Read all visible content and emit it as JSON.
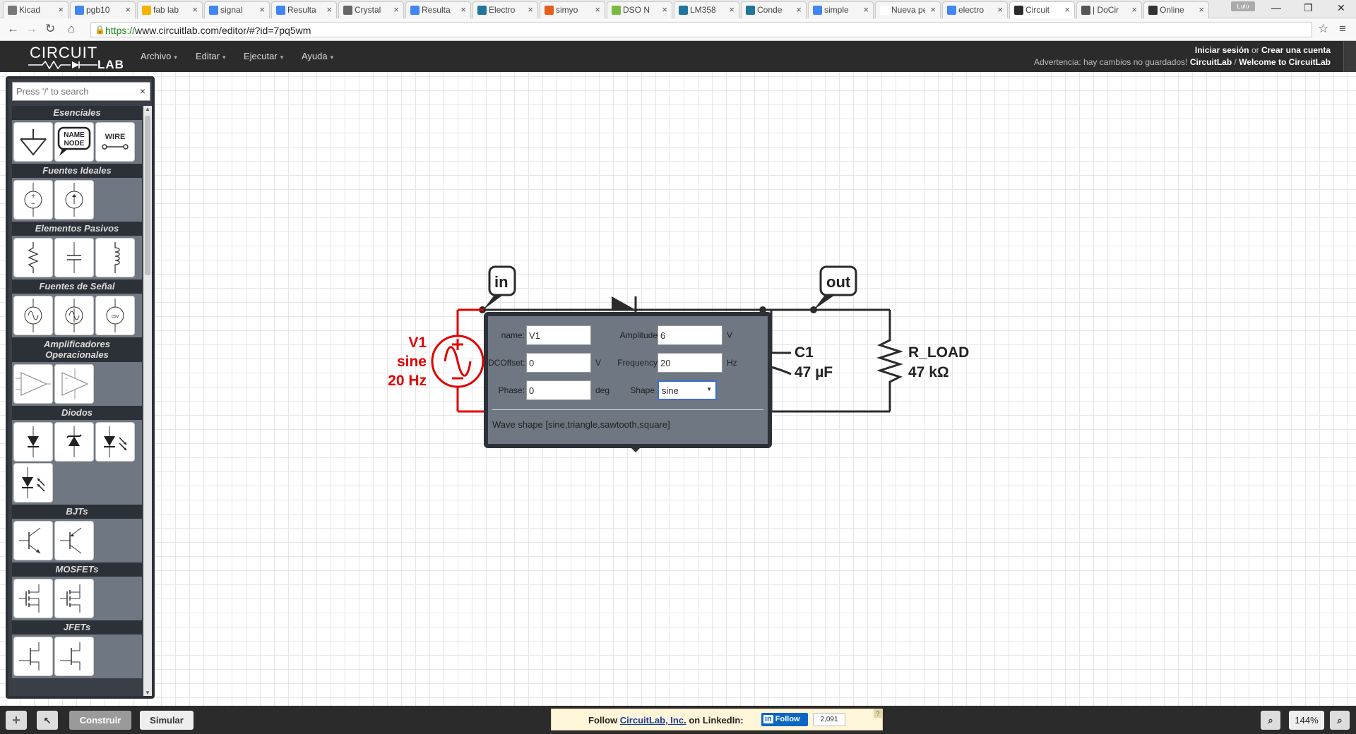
{
  "browser": {
    "tabs": [
      {
        "title": "Kicad",
        "icon": "doc-icon",
        "color": "#777"
      },
      {
        "title": "pgb10",
        "icon": "google-icon",
        "color": "#4285f4"
      },
      {
        "title": "fab lab",
        "icon": "drive-icon",
        "color": "#f4b400"
      },
      {
        "title": "signal",
        "icon": "google-icon",
        "color": "#4285f4"
      },
      {
        "title": "Resulta",
        "icon": "google-icon",
        "color": "#4285f4"
      },
      {
        "title": "Crystal",
        "icon": "wikipedia-icon",
        "color": "#666"
      },
      {
        "title": "Resulta",
        "icon": "google-icon",
        "color": "#4285f4"
      },
      {
        "title": "Electro",
        "icon": "wordpress-icon",
        "color": "#21759b"
      },
      {
        "title": "simyo",
        "icon": "simyo-icon",
        "color": "#e85d1a"
      },
      {
        "title": "DSO N",
        "icon": "dso-icon",
        "color": "#7cba3d"
      },
      {
        "title": "LM358",
        "icon": "wordpress-icon",
        "color": "#21759b"
      },
      {
        "title": "Conde",
        "icon": "wordpress-icon",
        "color": "#21759b"
      },
      {
        "title": "simple",
        "icon": "google-icon",
        "color": "#4285f4"
      },
      {
        "title": "Nueva pe",
        "icon": "none",
        "color": "#fff"
      },
      {
        "title": "electro",
        "icon": "google-icon",
        "color": "#4285f4"
      },
      {
        "title": "Circuit",
        "icon": "circuitlab-icon",
        "color": "#2b2b2b"
      },
      {
        "title": "| DoCir",
        "icon": "github-icon",
        "color": "#555"
      },
      {
        "title": "Online",
        "icon": "online-icon",
        "color": "#333"
      }
    ],
    "active_tab": 15,
    "profile": "Lulú",
    "url_scheme": "https://",
    "url_rest": "www.circuitlab.com/editor/#?id=7pq5wm"
  },
  "app": {
    "logo_top": "CIRCUIT",
    "logo_bottom": "LAB",
    "menus": [
      "Archivo",
      "Editar",
      "Ejecutar",
      "Ayuda"
    ],
    "login": "Iniciar sesión",
    "or": "or",
    "create_account": "Crear una cuenta",
    "warning": "Advertencia: hay cambios no guardados!",
    "brand": "CircuitLab",
    "sep": "/",
    "welcome": "Welcome to CircuitLab"
  },
  "sidebar": {
    "search_placeholder": "Press '/' to search",
    "clear": "×",
    "categories": [
      {
        "name": "Esenciales",
        "items": [
          "ground",
          "name-node",
          "wire"
        ]
      },
      {
        "name": "Fuentes Ideales",
        "items": [
          "voltage-source",
          "current-source"
        ]
      },
      {
        "name": "Elementos Pasivos",
        "items": [
          "resistor",
          "capacitor",
          "inductor"
        ]
      },
      {
        "name": "Fuentes de Señal",
        "items": [
          "sine-voltage",
          "sine-current",
          "csv-source"
        ]
      },
      {
        "name": "Amplificadores Operacionales",
        "items": [
          "opamp",
          "opamp-2"
        ]
      },
      {
        "name": "Diodos",
        "items": [
          "diode",
          "zener",
          "led",
          "photodiode"
        ]
      },
      {
        "name": "BJTs",
        "items": [
          "npn",
          "pnp"
        ]
      },
      {
        "name": "MOSFETs",
        "items": [
          "nmos",
          "pmos"
        ]
      },
      {
        "name": "JFETs",
        "items": [
          "njfet",
          "pjfet"
        ]
      }
    ],
    "name_node_text": [
      "NAME",
      "NODE"
    ],
    "wire_text": "WIRE",
    "csv_text": "csv"
  },
  "circuit": {
    "node_in": "in",
    "node_out": "out",
    "source_name": "V1",
    "source_shape": "sine",
    "source_freq": "20 Hz",
    "cap_name": "C1",
    "cap_value": "47 µF",
    "res_name": "R_LOAD",
    "res_value": "47 kΩ",
    "source_color": "#e00000"
  },
  "popup": {
    "name_label": "name:",
    "name_value": "V1",
    "amplitude_label": "Amplitude",
    "amplitude_value": "6",
    "amplitude_unit": "V",
    "dcoffset_label": "DCOffset:",
    "dcoffset_value": "0",
    "dcoffset_unit": "V",
    "frequency_label": "Frequency",
    "frequency_value": "20",
    "frequency_unit": "Hz",
    "phase_label": "Phase:",
    "phase_value": "0",
    "phase_unit": "deg",
    "shape_label": "Shape",
    "shape_value": "sine",
    "hint": "Wave shape [sine,triangle,sawtooth,square]"
  },
  "bottombar": {
    "build_label": "Construir",
    "simulate_label": "Simular",
    "follow_prefix": "Follow",
    "follow_company": "CircuitLab, Inc.",
    "follow_suffix": "on LinkedIn:",
    "linkedin_in": "in",
    "linkedin_follow": "Follow",
    "follower_count": "2,091",
    "help_mark": "?",
    "zoom": "144%"
  }
}
